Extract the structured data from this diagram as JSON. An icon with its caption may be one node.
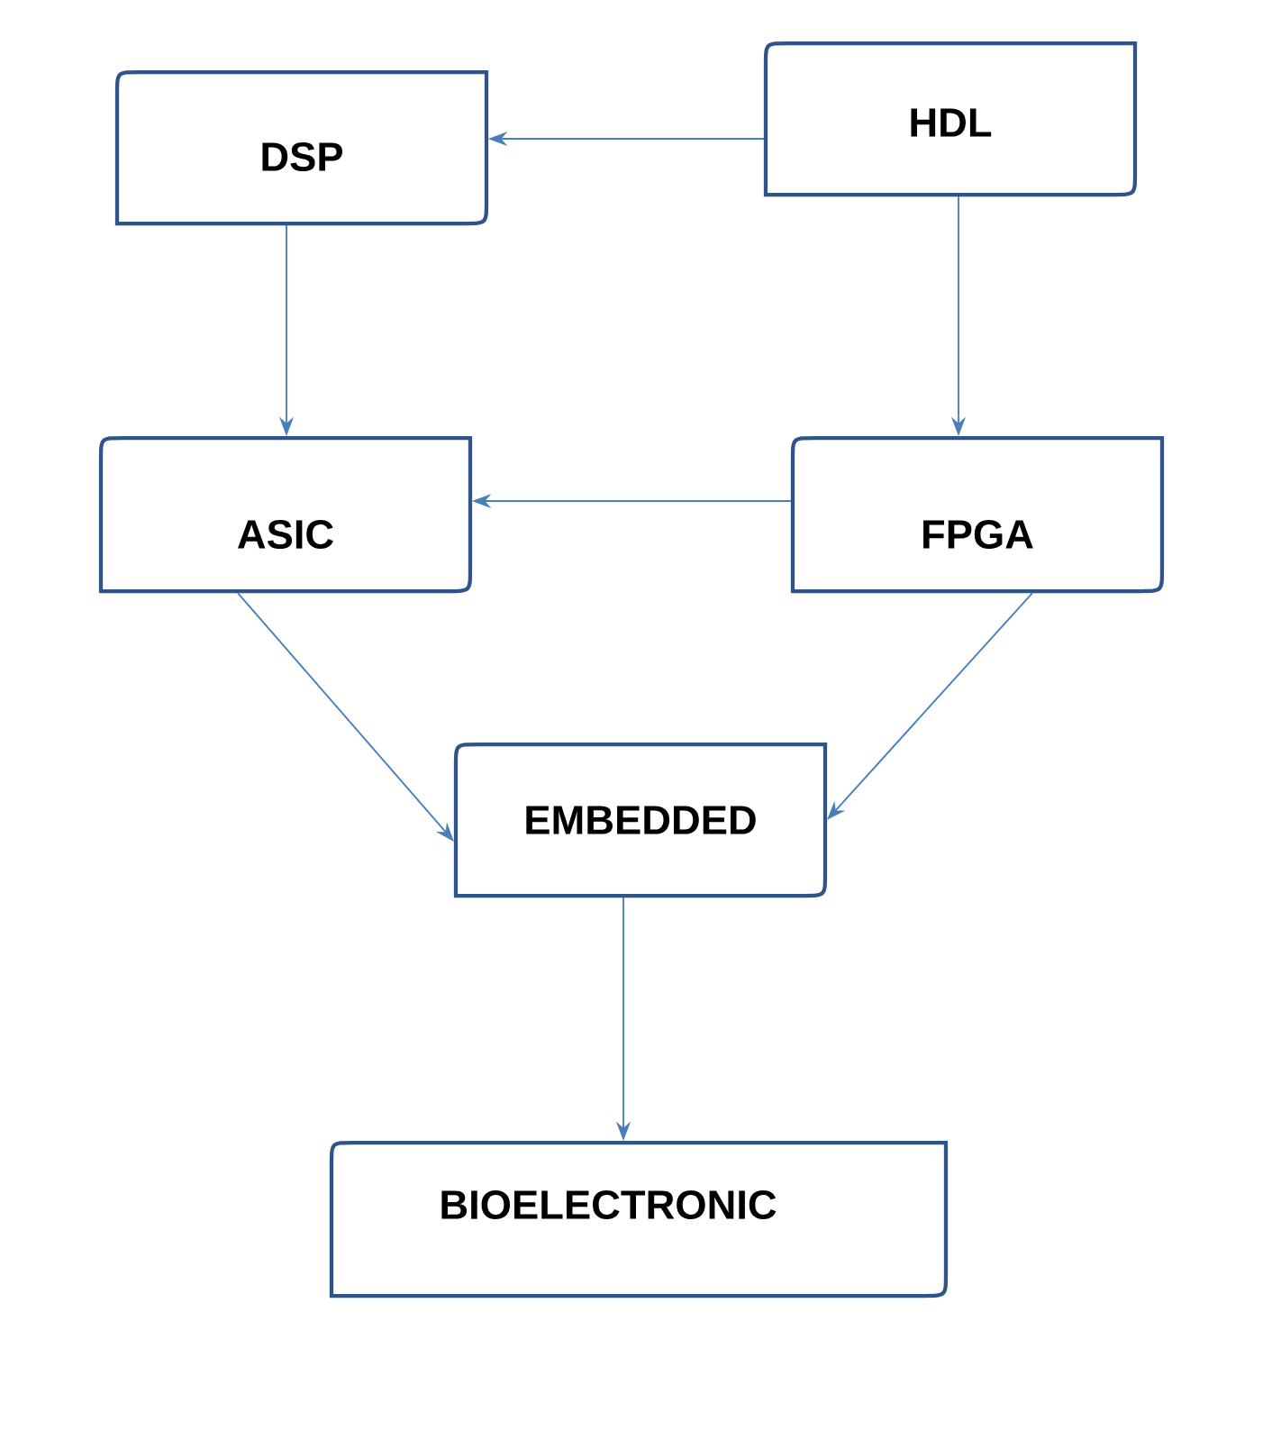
{
  "diagram": {
    "nodes": [
      {
        "text": [
          "DSP"
        ]
      },
      {
        "text": [
          "HDL"
        ]
      },
      {
        "text": [
          "ASIC"
        ]
      },
      {
        "text": [
          "FPGA"
        ]
      },
      {
        "text": [
          "EMBEDDED"
        ]
      },
      {
        "text": [
          "BIOELECTRONIC"
        ]
      }
    ],
    "edges": [
      {
        "from": 1,
        "to": 0,
        "arrow": "to"
      },
      {
        "from": 0,
        "to": 2,
        "arrow": "to"
      },
      {
        "from": 1,
        "to": 3,
        "arrow": "to"
      },
      {
        "from": 3,
        "to": 2,
        "arrow": "to"
      },
      {
        "from": 2,
        "to": 4,
        "arrow": "to"
      },
      {
        "from": 3,
        "to": 4,
        "arrow": "to"
      },
      {
        "from": 4,
        "to": 5,
        "arrow": "to"
      }
    ]
  }
}
